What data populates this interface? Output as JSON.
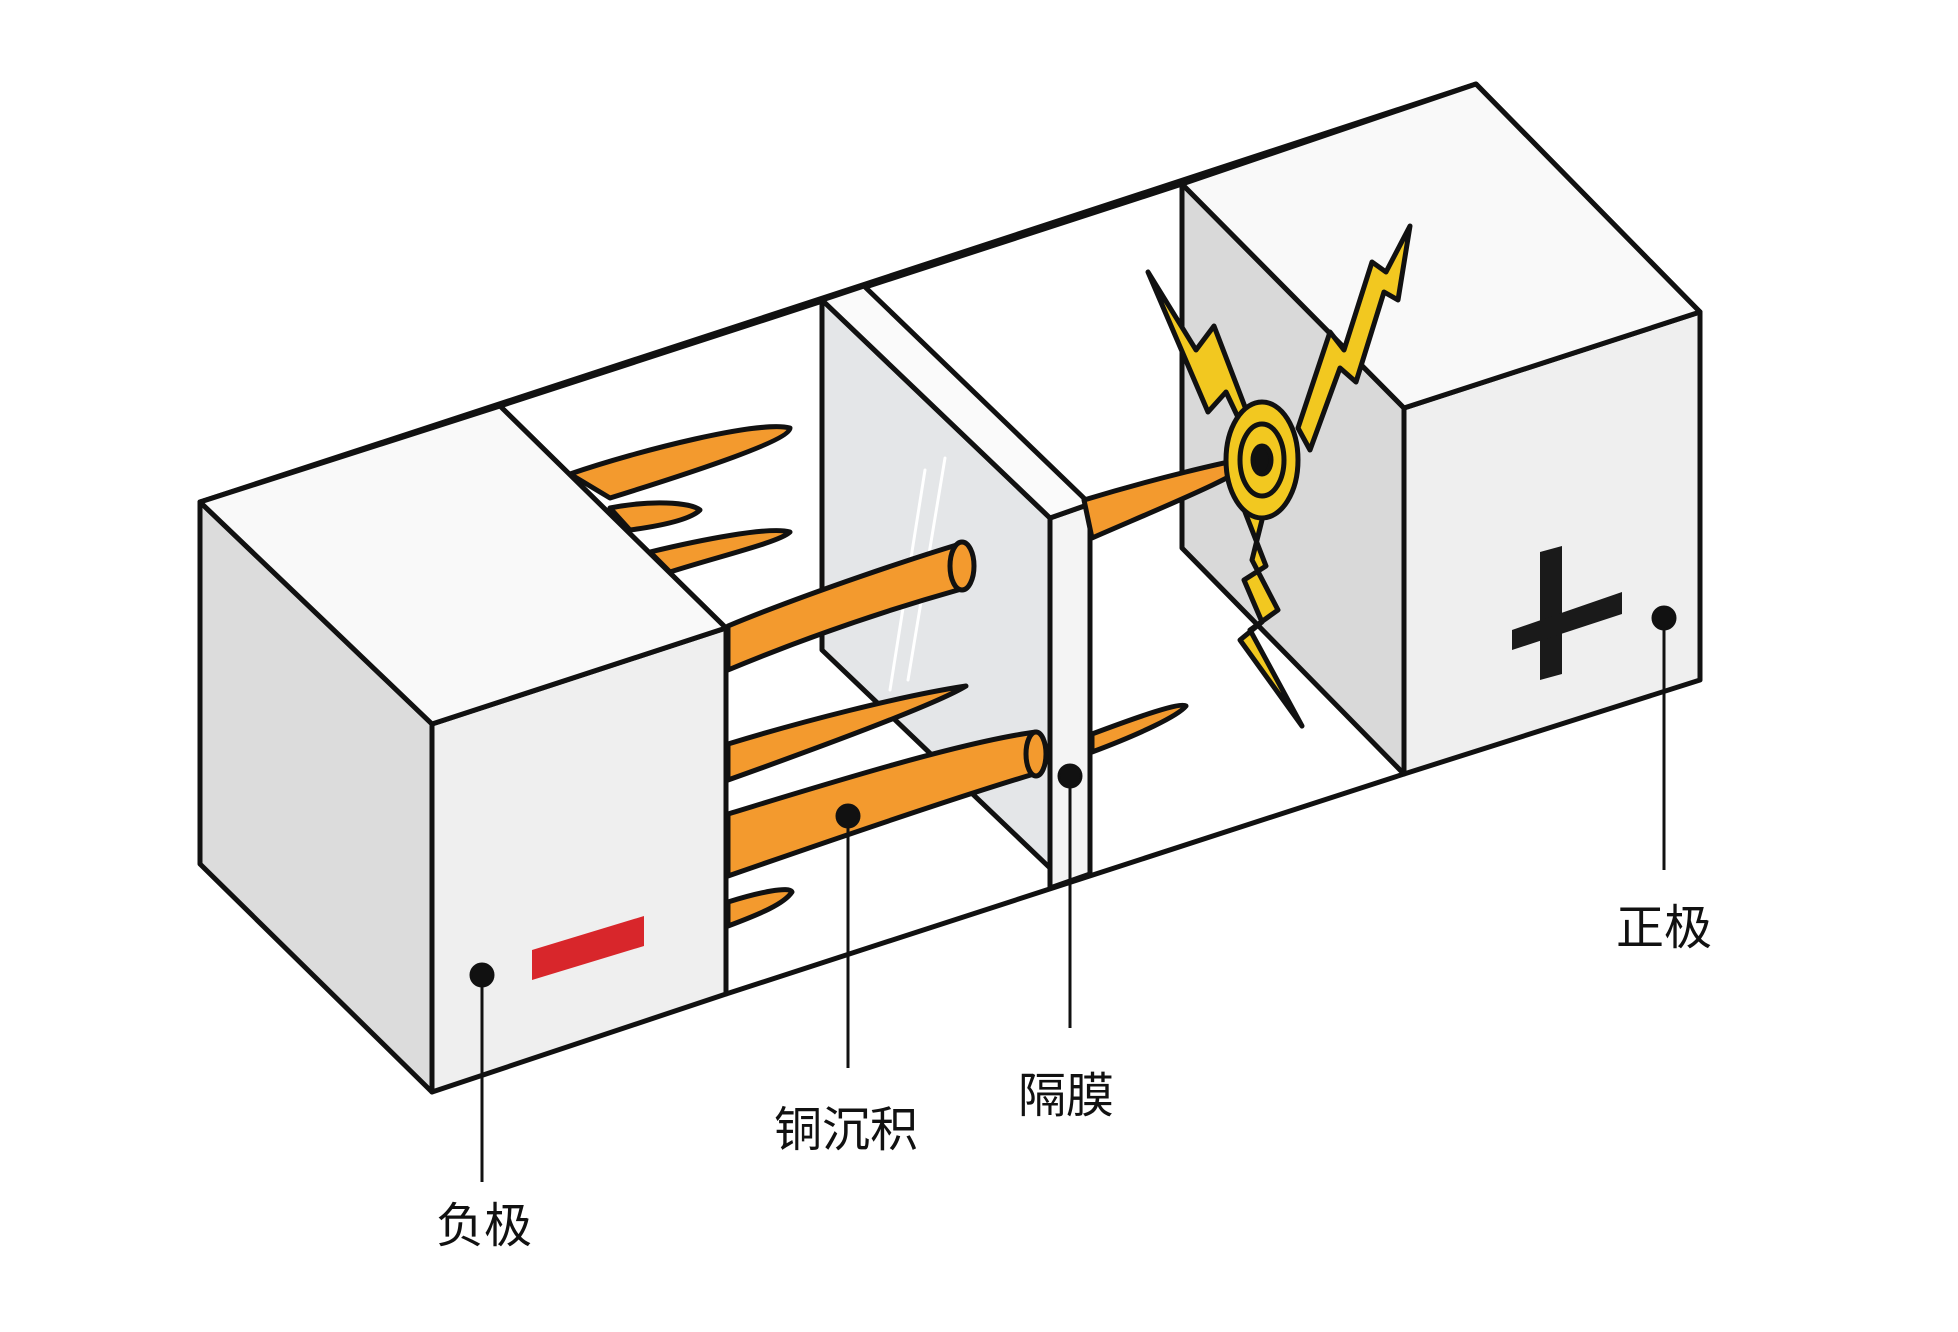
{
  "labels": {
    "negative": "负极",
    "copper": "铜沉积",
    "separator": "隔膜",
    "positive": "正极"
  },
  "colors": {
    "outline": "#111111",
    "box_face": "#ececec",
    "box_side": "#d6d6d6",
    "separator": "#cfd2d4",
    "dendrite": "#f39a2e",
    "spark": "#f2c820",
    "minus": "#d8262b",
    "plus": "#1a1a1a"
  },
  "icons": {
    "minus": "minus-sign-icon",
    "plus": "plus-sign-icon",
    "spark": "lightning-spark-icon"
  }
}
